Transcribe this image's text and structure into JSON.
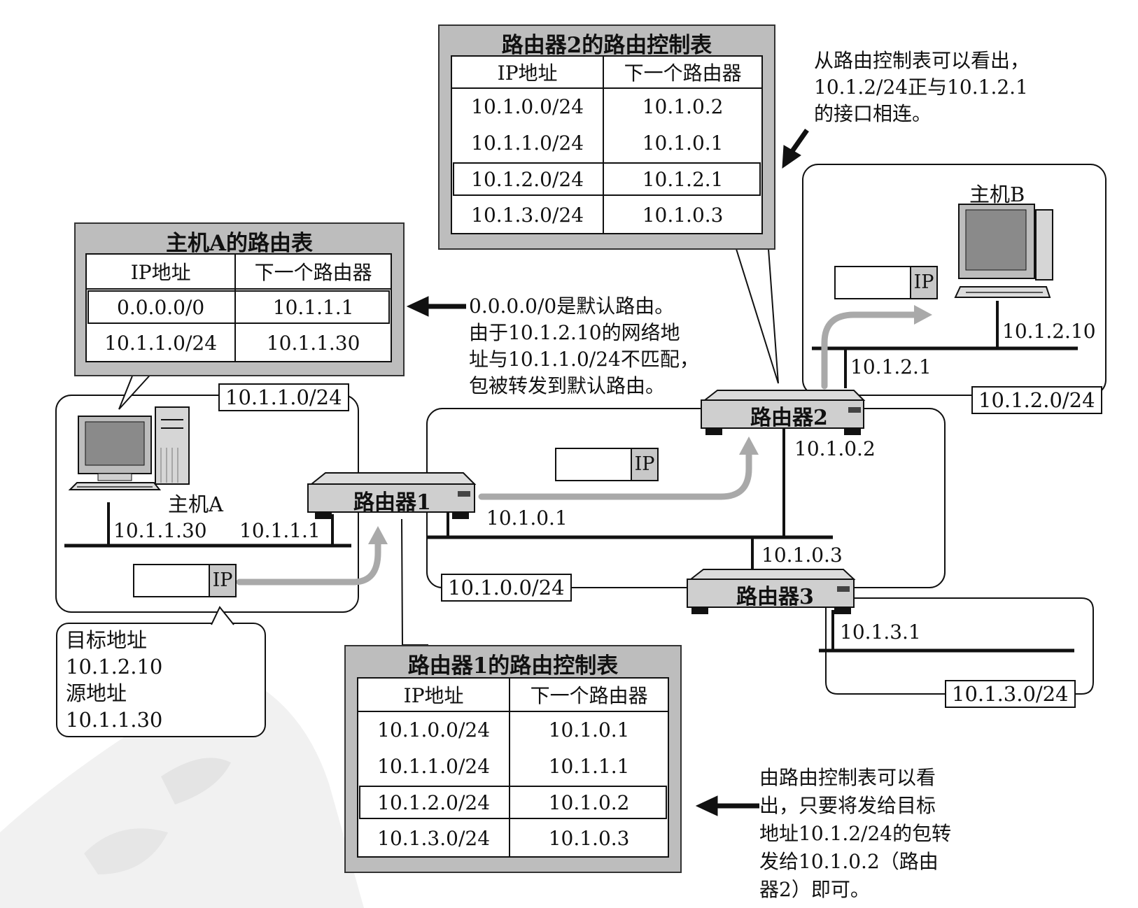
{
  "host_a_table": {
    "title": "主机A的路由表",
    "col_ip": "IP地址",
    "col_next": "下一个路由器",
    "rows": [
      {
        "ip": "0.0.0.0/0",
        "next": "10.1.1.1"
      },
      {
        "ip": "10.1.1.0/24",
        "next": "10.1.1.30"
      }
    ]
  },
  "router2_table": {
    "title": "路由器2的路由控制表",
    "col_ip": "IP地址",
    "col_next": "下一个路由器",
    "rows": [
      {
        "ip": "10.1.0.0/24",
        "next": "10.1.0.2"
      },
      {
        "ip": "10.1.1.0/24",
        "next": "10.1.0.1"
      },
      {
        "ip": "10.1.2.0/24",
        "next": "10.1.2.1"
      },
      {
        "ip": "10.1.3.0/24",
        "next": "10.1.0.3"
      }
    ]
  },
  "router1_table": {
    "title": "路由器1的路由控制表",
    "col_ip": "IP地址",
    "col_next": "下一个路由器",
    "rows": [
      {
        "ip": "10.1.0.0/24",
        "next": "10.1.0.1"
      },
      {
        "ip": "10.1.1.0/24",
        "next": "10.1.1.1"
      },
      {
        "ip": "10.1.2.0/24",
        "next": "10.1.0.2"
      },
      {
        "ip": "10.1.3.0/24",
        "next": "10.1.0.3"
      }
    ]
  },
  "notes": {
    "router2": [
      "从路由控制表可以看出，",
      "10.1.2/24正与10.1.2.1",
      "的接口相连。"
    ],
    "default_route": [
      "0.0.0.0/0是默认路由。",
      "由于10.1.2.10的网络地",
      "址与10.1.1.0/24不匹配，",
      "包被转发到默认路由。"
    ],
    "router1": [
      "由路由控制表可以看",
      "出，只要将发给目标",
      "地址10.1.2/24的包转",
      "发给10.1.0.2（路由",
      "器2）即可。"
    ]
  },
  "packet_info": {
    "dest_label": "目标地址",
    "dest_value": "10.1.2.10",
    "src_label": "源地址",
    "src_value": "10.1.1.30"
  },
  "devices": {
    "host_a": "主机A",
    "host_b": "主机B",
    "router1": "路由器1",
    "router2": "路由器2",
    "router3": "路由器3"
  },
  "networks": {
    "net_a": "10.1.1.0/24",
    "net_b": "10.1.2.0/24",
    "net_core": "10.1.0.0/24",
    "net_c": "10.1.3.0/24"
  },
  "addresses": {
    "host_a": "10.1.1.30",
    "r1_lan": "10.1.1.1",
    "r1_core": "10.1.0.1",
    "r2_core": "10.1.0.2",
    "r2_lan": "10.1.2.1",
    "host_b": "10.1.2.10",
    "r3_core": "10.1.0.3",
    "r3_lan": "10.1.3.1"
  },
  "packet_tag": "IP",
  "colors": {
    "table_bg": "#bdbdbd",
    "arrow_gray": "#a9a9a9",
    "line": "#111111"
  }
}
